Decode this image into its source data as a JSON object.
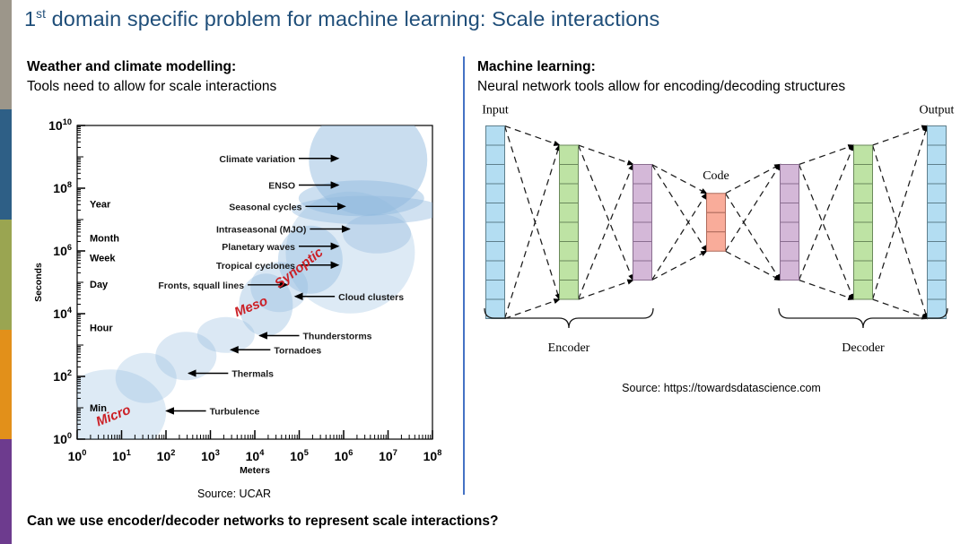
{
  "slide": {
    "title_prefix": "1",
    "title_sup": "st",
    "title_rest": " domain specific problem for machine learning: Scale interactions",
    "title_color": "#1F4E79",
    "bottom_question": "Can we use encoder/decoder networks to represent scale interactions?",
    "divider_color": "#4472C4"
  },
  "color_strip": {
    "bands": [
      {
        "name": "gray",
        "color": "#9C968A",
        "start": 0,
        "end": 122
      },
      {
        "name": "blue",
        "color": "#2E5F86",
        "start": 122,
        "end": 245
      },
      {
        "name": "green",
        "color": "#9AA martian",
        "color_hex": "#9AA551",
        "start": 245,
        "end": 368
      },
      {
        "name": "orange",
        "color": "#E2901A",
        "start": 368,
        "end": 490
      },
      {
        "name": "purple",
        "color": "#6D3B8E",
        "start": 490,
        "end": 607
      }
    ]
  },
  "left_column": {
    "heading": "Weather and climate modelling:",
    "subheading": "Tools need to allow for scale interactions",
    "source": "Source: UCAR"
  },
  "right_column": {
    "heading": "Machine learning:",
    "subheading": "Neural network tools allow for encoding/decoding structures",
    "source": "Source: https://towardsdatascience.com"
  },
  "chart_data": {
    "type": "scatter",
    "title": "",
    "xlabel": "Meters",
    "ylabel": "Seconds",
    "xticks": [
      "10^0",
      "10^1",
      "10^2",
      "10^3",
      "10^4",
      "10^5",
      "10^6",
      "10^7",
      "10^8"
    ],
    "xtick_mantissa": [
      "10",
      "10",
      "10",
      "10",
      "10",
      "10",
      "10",
      "10",
      "10"
    ],
    "xtick_exponents": [
      "0",
      "1",
      "2",
      "3",
      "4",
      "5",
      "6",
      "7",
      "8"
    ],
    "yticks": [
      "10^0",
      "10^2",
      "10^4",
      "10^6",
      "10^8",
      "10^10"
    ],
    "ytick_mantissa": [
      "10",
      "10",
      "10",
      "10",
      "10",
      "10"
    ],
    "ytick_exponents": [
      "0",
      "2",
      "4",
      "6",
      "8",
      "10"
    ],
    "xlim_log": [
      0,
      8
    ],
    "ylim_log": [
      0,
      10
    ],
    "grid": false,
    "time_markers": [
      {
        "label": "Min",
        "y_log": 1.0
      },
      {
        "label": "Hour",
        "y_log": 3.56
      },
      {
        "label": "Day",
        "y_log": 4.94
      },
      {
        "label": "Week",
        "y_log": 5.78
      },
      {
        "label": "Month",
        "y_log": 6.42
      },
      {
        "label": "Year",
        "y_log": 7.5
      }
    ],
    "bubbles": [
      {
        "name": "micro-blob",
        "x_log": 0.75,
        "y_log": 0.85,
        "rx": 62,
        "ry": 48,
        "opacity": 0.3
      },
      {
        "name": "thermals-blob",
        "x_log": 1.55,
        "y_log": 1.95,
        "rx": 34,
        "ry": 28,
        "opacity": 0.3
      },
      {
        "name": "tornadoes-blob",
        "x_log": 2.45,
        "y_log": 2.65,
        "rx": 34,
        "ry": 27,
        "opacity": 0.32
      },
      {
        "name": "thunderstorms-blob",
        "x_log": 3.35,
        "y_log": 3.32,
        "rx": 32,
        "ry": 20,
        "opacity": 0.32
      },
      {
        "name": "meso-blob",
        "x_log": 4.25,
        "y_log": 4.28,
        "rx": 30,
        "ry": 35,
        "opacity": 0.38
      },
      {
        "name": "cloud-clusters-blob",
        "x_log": 4.55,
        "y_log": 4.85,
        "rx": 32,
        "ry": 28,
        "opacity": 0.34
      },
      {
        "name": "synoptic-blob",
        "x_log": 5.25,
        "y_log": 5.72,
        "rx": 36,
        "ry": 38,
        "opacity": 0.4
      },
      {
        "name": "planetary-waves-blob",
        "x_log": 6.15,
        "y_log": 5.95,
        "rx": 72,
        "ry": 68,
        "opacity": 0.3
      },
      {
        "name": "intraseasonal-blob",
        "x_log": 6.75,
        "y_log": 6.55,
        "rx": 38,
        "ry": 22,
        "opacity": 0.36
      },
      {
        "name": "seasonal-cycles-blob",
        "x_log": 6.55,
        "y_log": 7.3,
        "rx": 85,
        "ry": 16,
        "opacity": 0.42
      },
      {
        "name": "enso-blob",
        "x_log": 6.4,
        "y_log": 7.68,
        "rx": 70,
        "ry": 20,
        "opacity": 0.45
      },
      {
        "name": "climate-variation-blob",
        "x_log": 6.55,
        "y_log": 8.9,
        "rx": 66,
        "ry": 62,
        "opacity": 0.48
      }
    ],
    "annotations": [
      {
        "label": "Climate variation",
        "side": "left",
        "x_log": 6.0,
        "y_log": 8.95
      },
      {
        "label": "ENSO",
        "side": "left",
        "x_log": 6.0,
        "y_log": 8.1
      },
      {
        "label": "Seasonal cycles",
        "side": "left",
        "x_log": 6.15,
        "y_log": 7.42
      },
      {
        "label": "Intraseasonal (MJO)",
        "side": "left",
        "x_log": 6.25,
        "y_log": 6.7
      },
      {
        "label": "Planetary waves",
        "side": "left",
        "x_log": 6.0,
        "y_log": 6.15
      },
      {
        "label": "Tropical cyclones",
        "side": "left",
        "x_log": 6.0,
        "y_log": 5.55
      },
      {
        "label": "Fronts, squall lines",
        "side": "left",
        "x_log": 4.85,
        "y_log": 4.92
      },
      {
        "label": "Cloud clusters",
        "side": "right",
        "x_log": 4.75,
        "y_log": 4.55
      },
      {
        "label": "Thunderstorms",
        "side": "right",
        "x_log": 3.95,
        "y_log": 3.3
      },
      {
        "label": "Tornadoes",
        "side": "right",
        "x_log": 3.3,
        "y_log": 2.85
      },
      {
        "label": "Thermals",
        "side": "right",
        "x_log": 2.35,
        "y_log": 2.1
      },
      {
        "label": "Turbulence",
        "side": "right",
        "x_log": 1.85,
        "y_log": 0.9
      }
    ],
    "regime_labels": [
      {
        "label": "Micro",
        "color": "#CC2026",
        "x_log": 0.85,
        "y_log": 0.62,
        "rotate": -22
      },
      {
        "label": "Meso",
        "color": "#CC2026",
        "x_log": 3.95,
        "y_log": 4.1,
        "rotate": -22
      },
      {
        "label": "Synoptic",
        "color": "#CC2026",
        "x_log": 5.05,
        "y_log": 5.35,
        "rotate": -38
      }
    ],
    "bubble_color": "#8FB8DE"
  },
  "nn_diagram": {
    "input_label": "Input",
    "output_label": "Output",
    "code_label": "Code",
    "encoder_label": "Encoder",
    "decoder_label": "Decoder",
    "layers": [
      {
        "name": "input",
        "cells": 10,
        "color": "#B3DDF2",
        "stroke": "#5E7F8C"
      },
      {
        "name": "enc-green",
        "cells": 8,
        "color": "#BEE3A4",
        "stroke": "#6B8A5B"
      },
      {
        "name": "enc-purple",
        "cells": 6,
        "color": "#D4B8D8",
        "stroke": "#8A6E90"
      },
      {
        "name": "code",
        "cells": 3,
        "color": "#F9AC9A",
        "stroke": "#AE6B5C"
      },
      {
        "name": "dec-purple",
        "cells": 6,
        "color": "#D4B8D8",
        "stroke": "#8A6E90"
      },
      {
        "name": "dec-green",
        "cells": 8,
        "color": "#BEE3A4",
        "stroke": "#6B8A5B"
      },
      {
        "name": "output",
        "cells": 10,
        "color": "#B3DDF2",
        "stroke": "#5E7F8C"
      }
    ]
  }
}
